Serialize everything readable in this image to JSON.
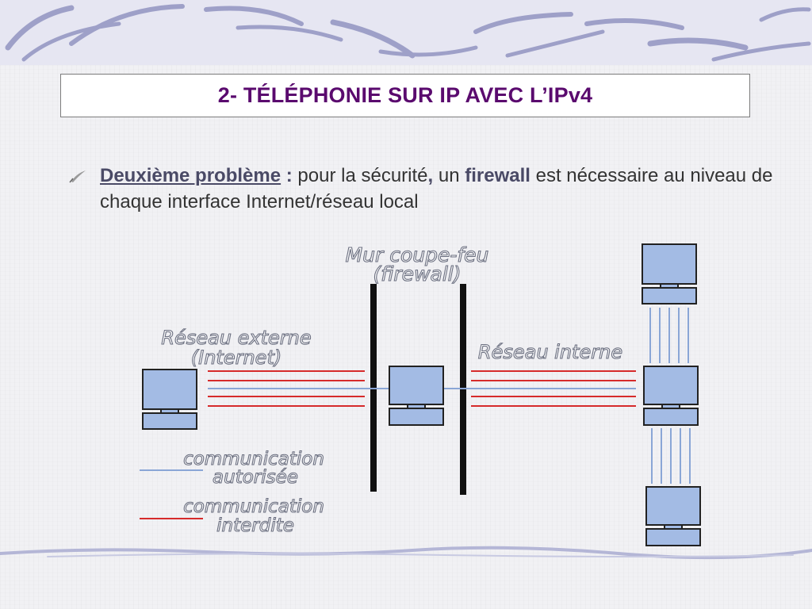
{
  "slide": {
    "title": "2- TÉLÉPHONIE SUR IP AVEC L’IPv4",
    "bullet": {
      "term": "Deuxième problème",
      "colon": " :",
      "text_1": " pour la sécurité",
      "comma": ",",
      "text_2": " un ",
      "keyword": "firewall",
      "text_3": " est nécessaire au niveau de chaque interface Internet/réseau local"
    }
  },
  "diagram": {
    "firewall_label_line1": "Mur coupe-feu",
    "firewall_label_line2": "(firewall)",
    "external_label_line1": "Réseau externe",
    "external_label_line2": "(Internet)",
    "internal_label": "Réseau interne",
    "legend": {
      "allowed_line1": "communication",
      "allowed_line2": "autorisée",
      "forbidden_line1": "communication",
      "forbidden_line2": "interdite"
    },
    "colors": {
      "allowed": "#8aa6d6",
      "forbidden": "#d62b2b",
      "computer_fill": "#a3bbe4",
      "wall": "#111111"
    }
  }
}
